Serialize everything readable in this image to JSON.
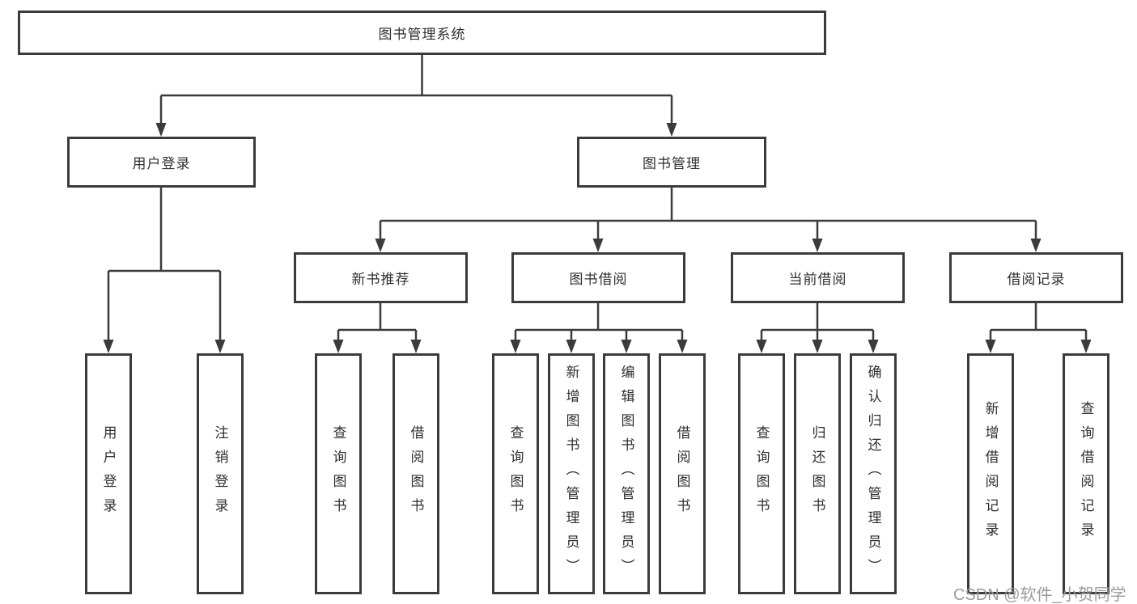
{
  "diagram": {
    "title": "图书管理系统",
    "root": {
      "label": "图书管理系统"
    },
    "level2": [
      {
        "label": "用户登录"
      },
      {
        "label": "图书管理"
      }
    ],
    "level3": [
      {
        "label": "新书推荐",
        "parent": "图书管理"
      },
      {
        "label": "图书借阅",
        "parent": "图书管理"
      },
      {
        "label": "当前借阅",
        "parent": "图书管理"
      },
      {
        "label": "借阅记录",
        "parent": "图书管理"
      }
    ],
    "leaves": [
      {
        "label": "用户登录",
        "parent": "用户登录"
      },
      {
        "label": "注销登录",
        "parent": "用户登录"
      },
      {
        "label": "查询图书",
        "parent": "新书推荐"
      },
      {
        "label": "借阅图书",
        "parent": "新书推荐"
      },
      {
        "label": "查询图书",
        "parent": "图书借阅"
      },
      {
        "label": "新增图书（管理员）",
        "parent": "图书借阅"
      },
      {
        "label": "编辑图书（管理员）",
        "parent": "图书借阅"
      },
      {
        "label": "借阅图书",
        "parent": "图书借阅"
      },
      {
        "label": "查询图书",
        "parent": "当前借阅"
      },
      {
        "label": "归还图书",
        "parent": "当前借阅"
      },
      {
        "label": "确认归还（管理员）",
        "parent": "当前借阅"
      },
      {
        "label": "新增借阅记录",
        "parent": "借阅记录"
      },
      {
        "label": "查询借阅记录",
        "parent": "借阅记录"
      }
    ],
    "colors": {
      "line": "#3b3b3d",
      "box_border": "#3b3b3d",
      "text": "#2f2f31",
      "background": "#ffffff",
      "watermark": "#9b9b9f"
    }
  },
  "watermark": {
    "text": "CSDN @软件_小贺同学"
  }
}
